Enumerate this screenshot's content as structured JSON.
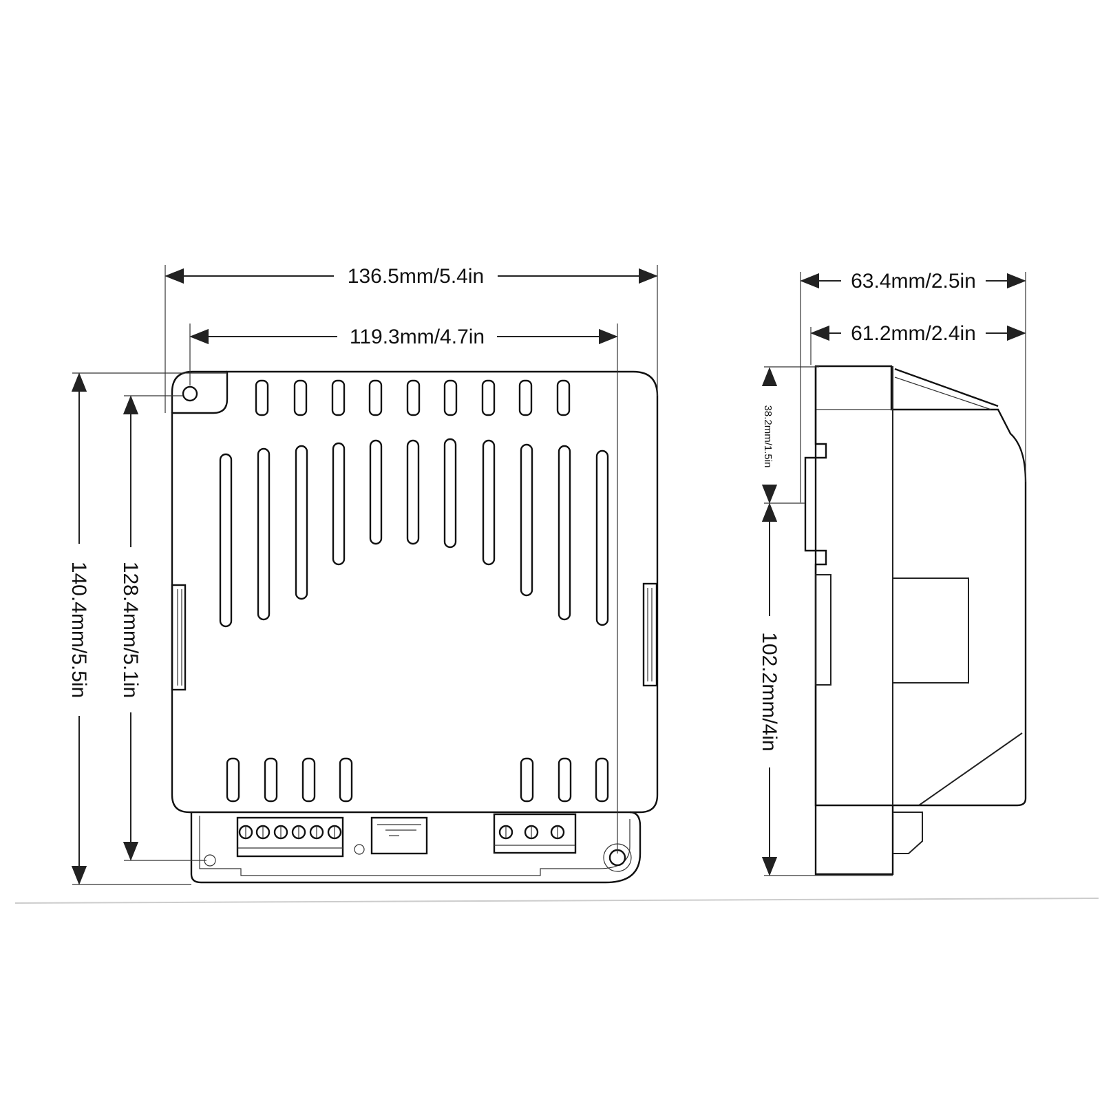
{
  "dimensions": {
    "front_total_width": "136.5mm/5.4in",
    "front_hole_spacing_width": "119.3mm/4.7in",
    "front_total_height": "140.4mm/5.5in",
    "front_hole_spacing_height": "128.4mm/5.1in",
    "side_total_depth": "63.4mm/2.5in",
    "side_body_depth": "61.2mm/2.4in",
    "side_upper_height": "38.2mm/1.5in",
    "side_lower_height": "102.2mm/4in"
  },
  "colors": {
    "line": "#222222",
    "background": "#ffffff"
  }
}
